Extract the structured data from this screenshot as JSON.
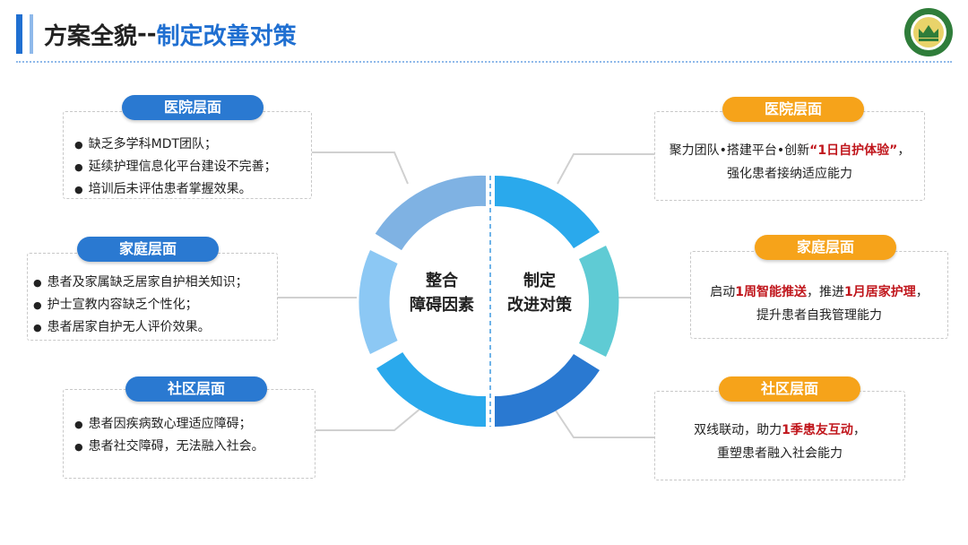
{
  "header": {
    "title_main": "方案全貌",
    "title_sep": "--",
    "title_sub": "制定改善对策"
  },
  "left": {
    "hospital": {
      "label": "医院层面",
      "items": [
        "缺乏多学科MDT团队；",
        "延续护理信息化平台建设不完善；",
        "培训后未评估患者掌握效果。"
      ]
    },
    "family": {
      "label": "家庭层面",
      "items": [
        "患者及家属缺乏居家自护相关知识；",
        "护士宣教内容缺乏个性化；",
        "患者居家自护无人评价效果。"
      ]
    },
    "community": {
      "label": "社区层面",
      "items": [
        "患者因疾病致心理适应障碍；",
        "患者社交障碍，无法融入社会。"
      ]
    }
  },
  "center": {
    "left_line1": "整合",
    "left_line2": "障碍因素",
    "right_line1": "制定",
    "right_line2": "改进对策"
  },
  "right": {
    "hospital": {
      "label": "医院层面",
      "line1_pre": "聚力团队•搭建平台•创新",
      "line1_hl": "“1日自护体验”",
      "line1_post": "，",
      "line2": "强化患者接纳适应能力"
    },
    "family": {
      "label": "家庭层面",
      "line1_a": "启动",
      "line1_hl1": "1周智能推送",
      "line1_b": "，推进",
      "line1_hl2": "1月居家护理",
      "line1_c": "，",
      "line2": "提升患者自我管理能力"
    },
    "community": {
      "label": "社区层面",
      "line1_pre": "双线联动，助力",
      "line1_hl": "1季患友互动",
      "line1_post": "，",
      "line2": "重塑患者融入社会能力"
    }
  },
  "colors": {
    "blue_primary": "#2a79d1",
    "orange_pill": "#f6a31a",
    "highlight_red": "#c0161c",
    "title_blue": "#1f6fd1"
  },
  "icons": {
    "logo": "hospital-emblem-icon"
  }
}
